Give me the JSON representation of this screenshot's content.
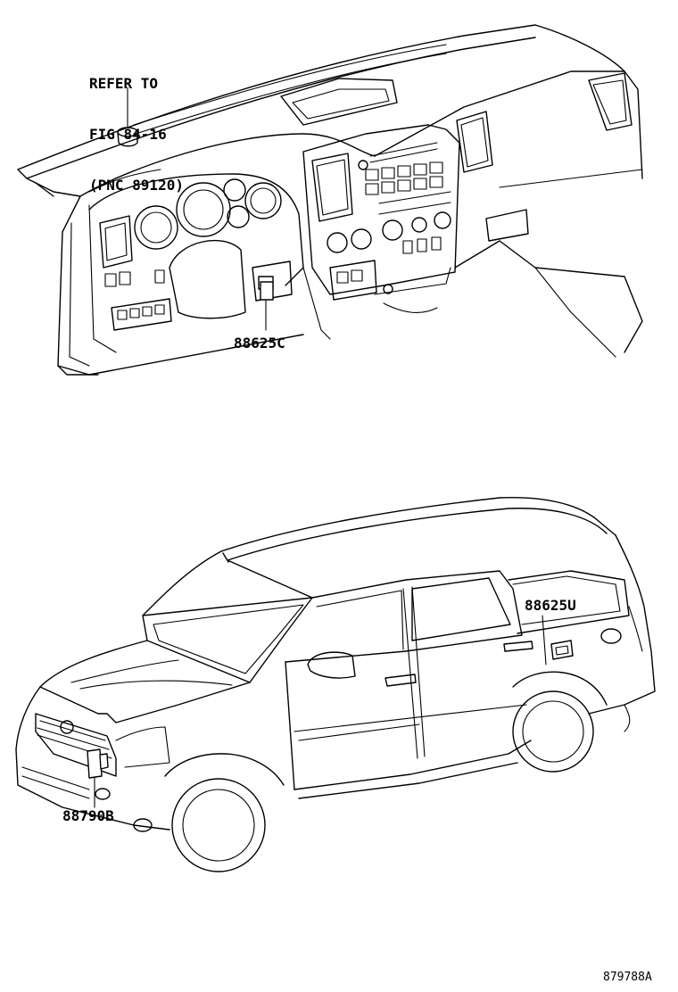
{
  "reference_note": {
    "line1": "REFER TO",
    "line2": "FIG 84-16",
    "line3": "(PNC 89120)"
  },
  "callouts": {
    "dash_part": "88625C",
    "rear_part": "88625U",
    "front_part": "88790B"
  },
  "illustration_code": "879788A",
  "colors": {
    "line": "#000000",
    "background": "#ffffff"
  }
}
